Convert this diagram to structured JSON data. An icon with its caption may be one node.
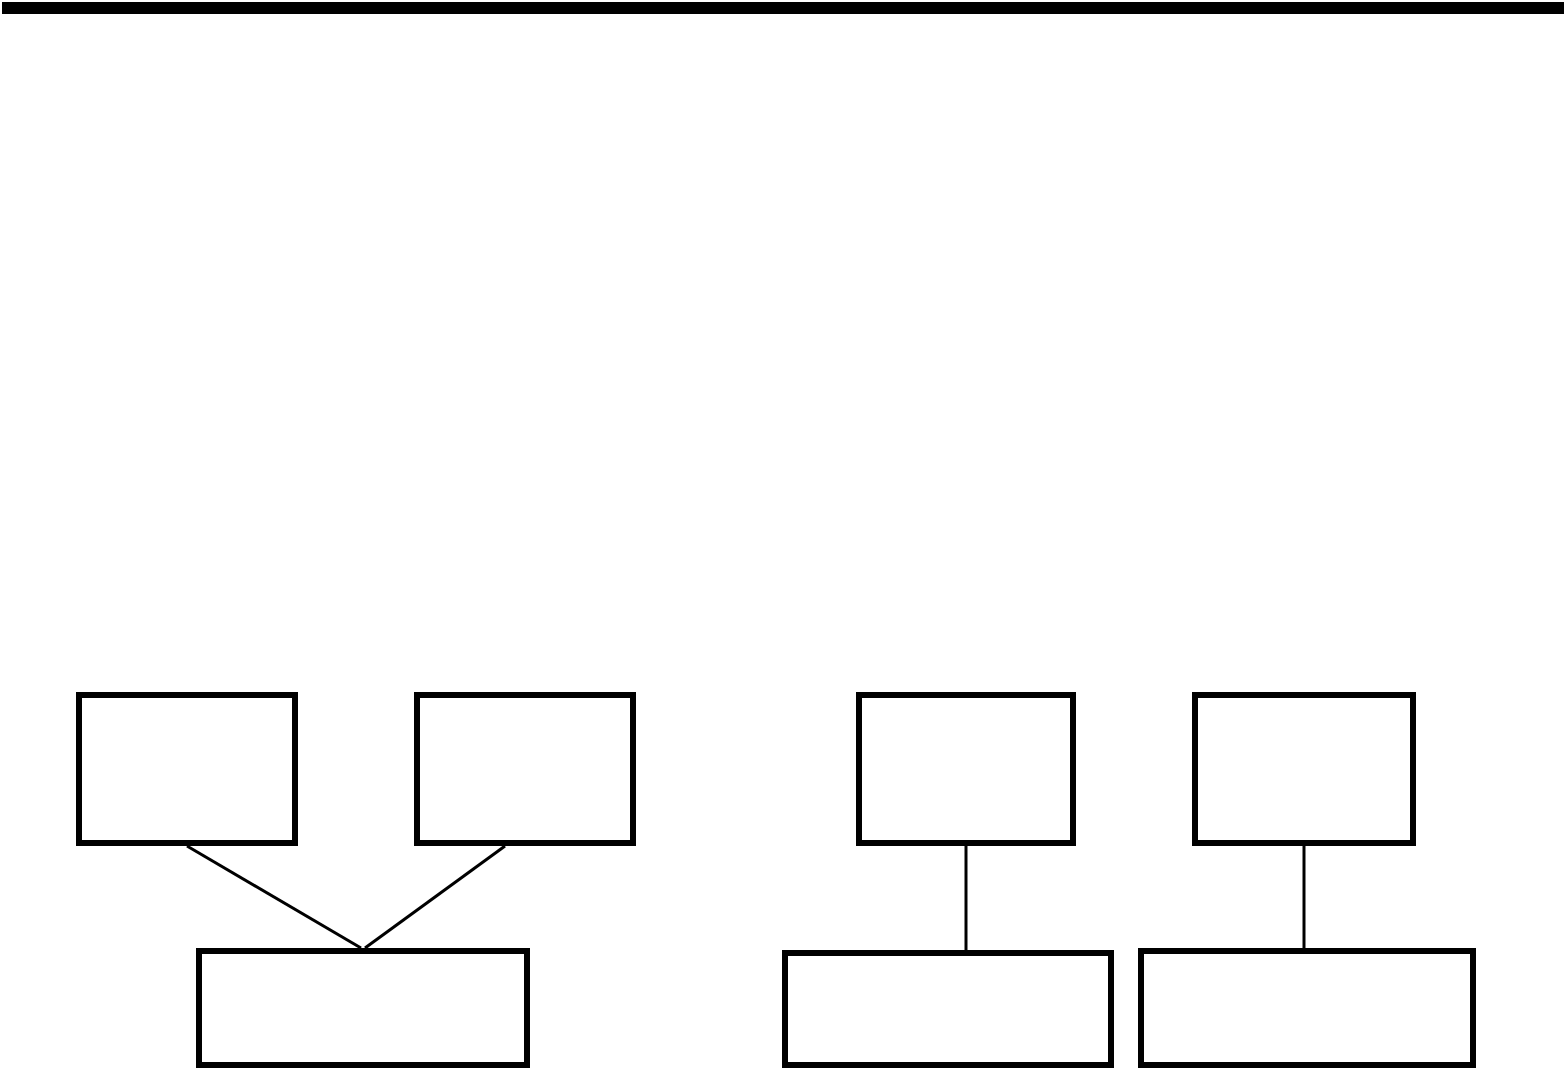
{
  "diagram": {
    "nodes": [
      {
        "text": [],
        "shape": "box"
      },
      {
        "text": [],
        "shape": "box"
      },
      {
        "text": [],
        "shape": "box"
      },
      {
        "text": [],
        "shape": "box"
      },
      {
        "text": [],
        "shape": "box"
      },
      {
        "text": [],
        "shape": "box"
      },
      {
        "text": [],
        "shape": "box"
      }
    ],
    "edges": [
      {
        "from": 0,
        "to": 4,
        "arrow": "none"
      },
      {
        "from": 1,
        "to": 4,
        "arrow": "none"
      },
      {
        "from": 2,
        "to": 5,
        "arrow": "none"
      },
      {
        "from": 3,
        "to": 6,
        "arrow": "none"
      }
    ]
  }
}
